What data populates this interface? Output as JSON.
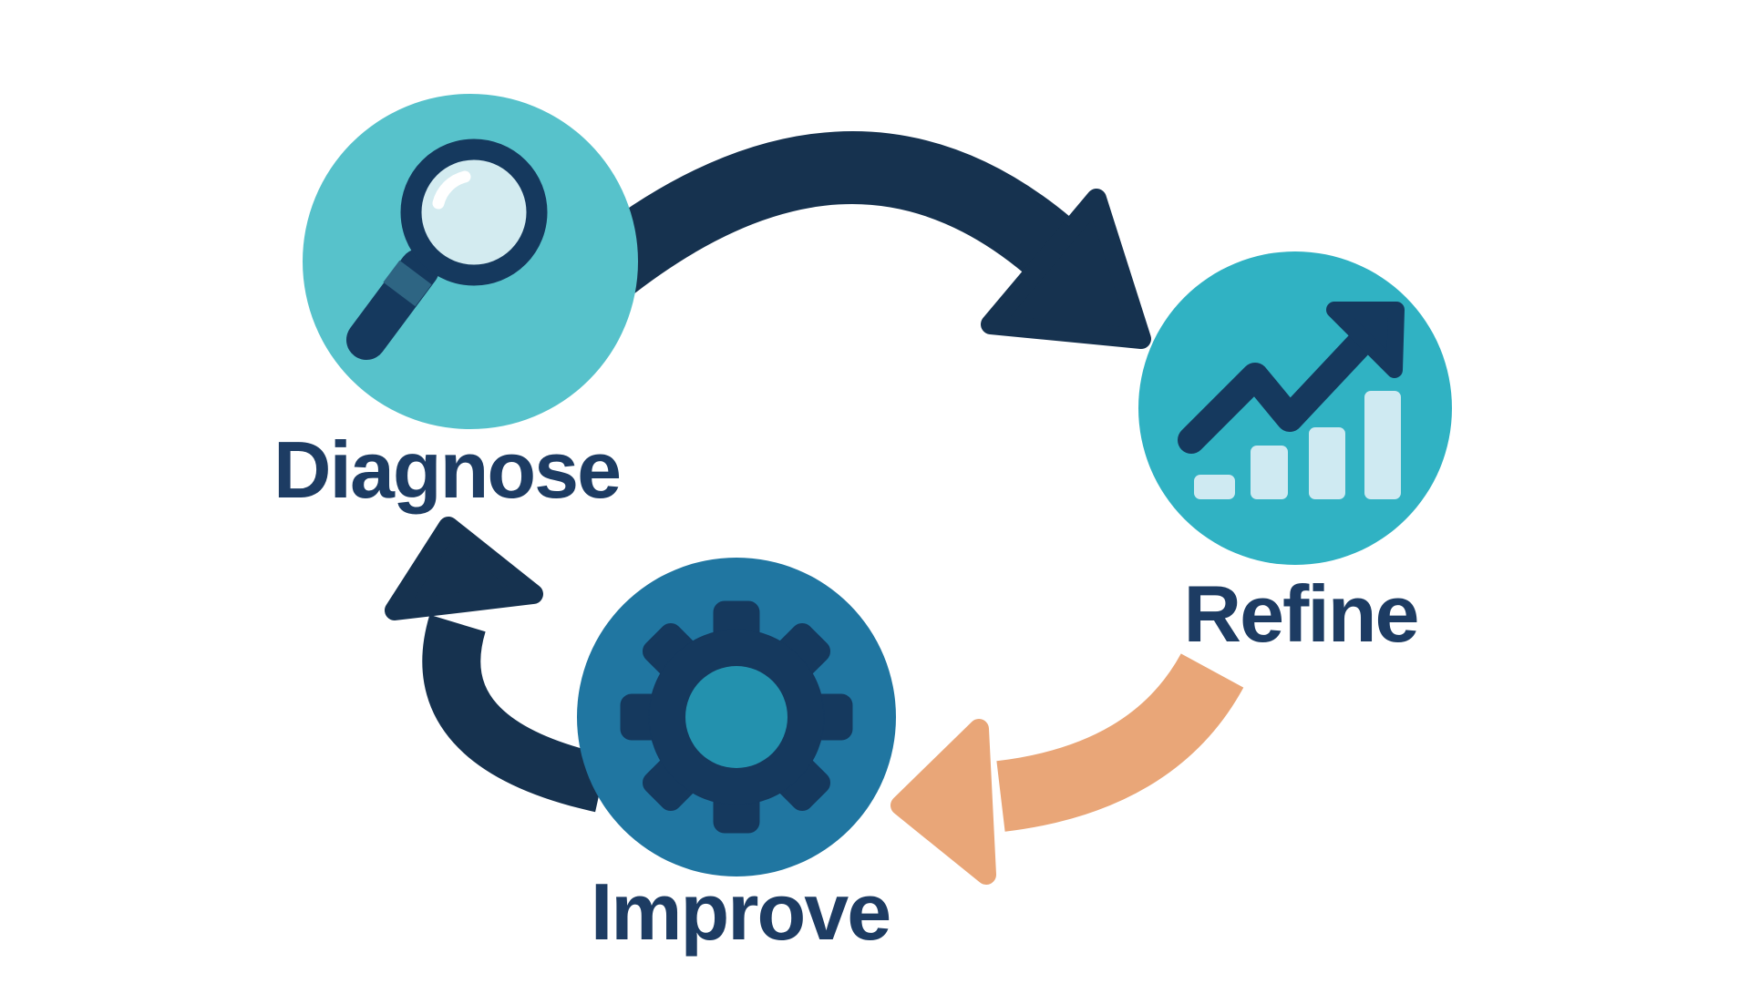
{
  "diagram": {
    "kind": "process-cycle",
    "steps": [
      {
        "label": "Diagnose",
        "icon": "magnifier-icon"
      },
      {
        "label": "Refine",
        "icon": "growth-chart-icon"
      },
      {
        "label": "Improve",
        "icon": "gear-icon"
      }
    ],
    "arrows": [
      {
        "from": "Diagnose",
        "to": "Refine",
        "color": "#16324f"
      },
      {
        "from": "Refine",
        "to": "Improve",
        "color": "#e9a678"
      },
      {
        "from": "Improve",
        "to": "Diagnose",
        "color": "#16324f"
      }
    ]
  },
  "colors": {
    "background": "#ffffff",
    "diagnose_circle": "#57c2cb",
    "refine_circle": "#30b2c3",
    "improve_circle": "#2076a1",
    "arrow_navy": "#16324f",
    "arrow_orange": "#e9a678",
    "label_text": "#1d3c63",
    "icon_navy": "#15395e",
    "lens_fill": "#d3ebf0",
    "lens_highlight": "#ffffff",
    "magnifier_collar": "#2e6583",
    "bar_fill": "#cfeaf2",
    "gear_center": "#2391ae"
  }
}
